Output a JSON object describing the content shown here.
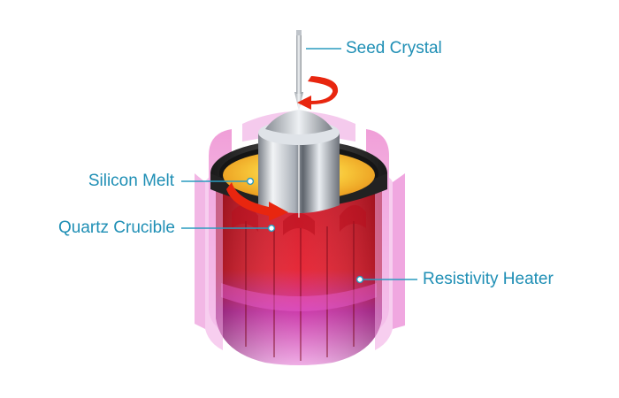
{
  "diagram": {
    "labels": {
      "seed_crystal": "Seed Crystal",
      "silicon_melt": "Silicon Melt",
      "quartz_crucible": "Quartz Crucible",
      "resistivity_heater": "Resistivity Heater"
    },
    "colors": {
      "label_text": "#1f8fb5",
      "leader_line": "#2a9bbf",
      "rotation_arrow": "#e8260f",
      "heater_red": "#e01a2a",
      "heater_pink": "#e36fd0",
      "silicon_melt": "#f6b31a",
      "crucible_rim": "#2b2b2b",
      "ingot_silver": "#c9cfd6"
    },
    "icons": [
      "rotation-arrow-icon",
      "rotation-arrow-icon"
    ]
  }
}
